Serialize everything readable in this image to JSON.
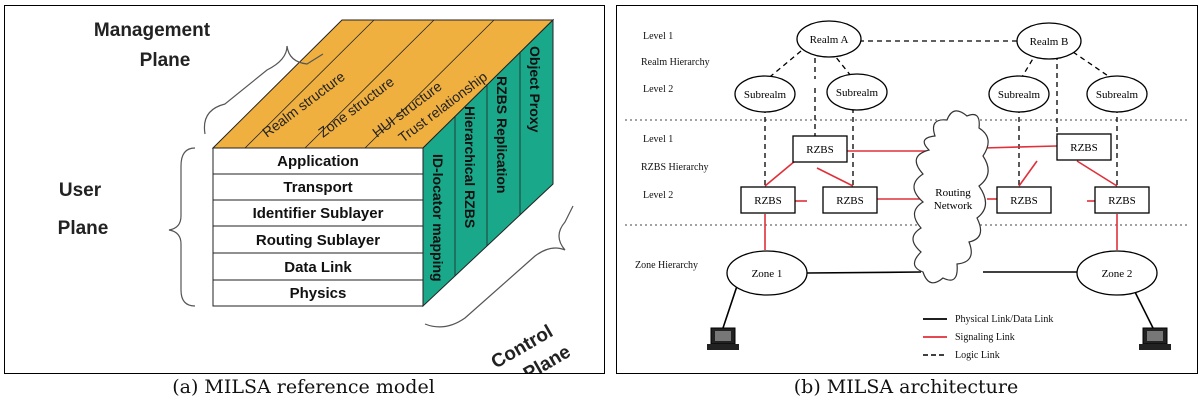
{
  "panel_a": {
    "caption": "(a) MILSA reference model",
    "management_plane": "Management Plane",
    "user_plane": "User Plane",
    "control_plane": "Control Plane",
    "layers": [
      "Application",
      "Transport",
      "Identifier Sublayer",
      "Routing Sublayer",
      "Data Link",
      "Physics"
    ],
    "management_items": [
      "Realm structure",
      "Zone structure",
      "HUI structure",
      "Trust relationship"
    ],
    "control_items": [
      "ID-locator mapping",
      "Hierarchical RZBS",
      "RZBS Replication",
      "Object Proxy"
    ],
    "colors": {
      "management_face": "#f0b040",
      "control_face": "#1aa88a",
      "front_face": "#ffffff"
    }
  },
  "panel_b": {
    "caption": "(b) MILSA architecture",
    "sections": {
      "realm_hierarchy": "Realm Hierarchy",
      "rzbs_hierarchy": "RZBS Hierarchy",
      "zone_hierarchy": "Zone Hierarchy"
    },
    "level_labels": {
      "realm_l1": "Level 1",
      "realm_l2": "Level 2",
      "rzbs_l1": "Level 1",
      "rzbs_l2": "Level 2"
    },
    "nodes": {
      "realm_a": "Realm A",
      "realm_b": "Realm B",
      "subrealm_1": "Subrealm",
      "subrealm_2": "Subrealm",
      "subrealm_3": "Subrealm",
      "subrealm_4": "Subrealm",
      "rzbs_top_left": "RZBS",
      "rzbs_top_right": "RZBS",
      "rzbs_bottom_1": "RZBS",
      "rzbs_bottom_2": "RZBS",
      "rzbs_bottom_3": "RZBS",
      "rzbs_bottom_4": "RZBS",
      "routing_network": "Routing Network",
      "zone_1": "Zone 1",
      "zone_2": "Zone 2"
    },
    "legend": [
      "Physical Link/Data Link",
      "Signaling Link",
      "Logic Link"
    ],
    "colors": {
      "signaling": "#e0303a",
      "physical": "#000000"
    }
  }
}
